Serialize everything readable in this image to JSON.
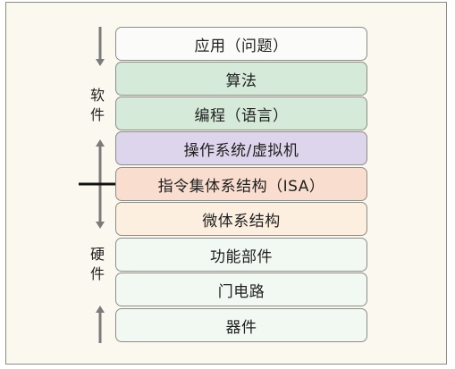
{
  "layers": [
    {
      "label": "应用（问题）",
      "color": "#fbfcfa"
    },
    {
      "label": "算法",
      "color": "#d5ead8"
    },
    {
      "label": "编程（语言）",
      "color": "#d5ead8"
    },
    {
      "label": "操作系统/虚拟机",
      "color": "#dcd5ec"
    },
    {
      "label": "指令集体系结构（ISA）",
      "color": "#f9ddcf"
    },
    {
      "label": "微体系结构",
      "color": "#fdefdf"
    },
    {
      "label": "功能部件",
      "color": "#f2f8f2"
    },
    {
      "label": "门电路",
      "color": "#f2f8f2"
    },
    {
      "label": "器件",
      "color": "#f2f8f2"
    }
  ],
  "side_labels": {
    "software": "软件",
    "hardware": "硬件"
  }
}
